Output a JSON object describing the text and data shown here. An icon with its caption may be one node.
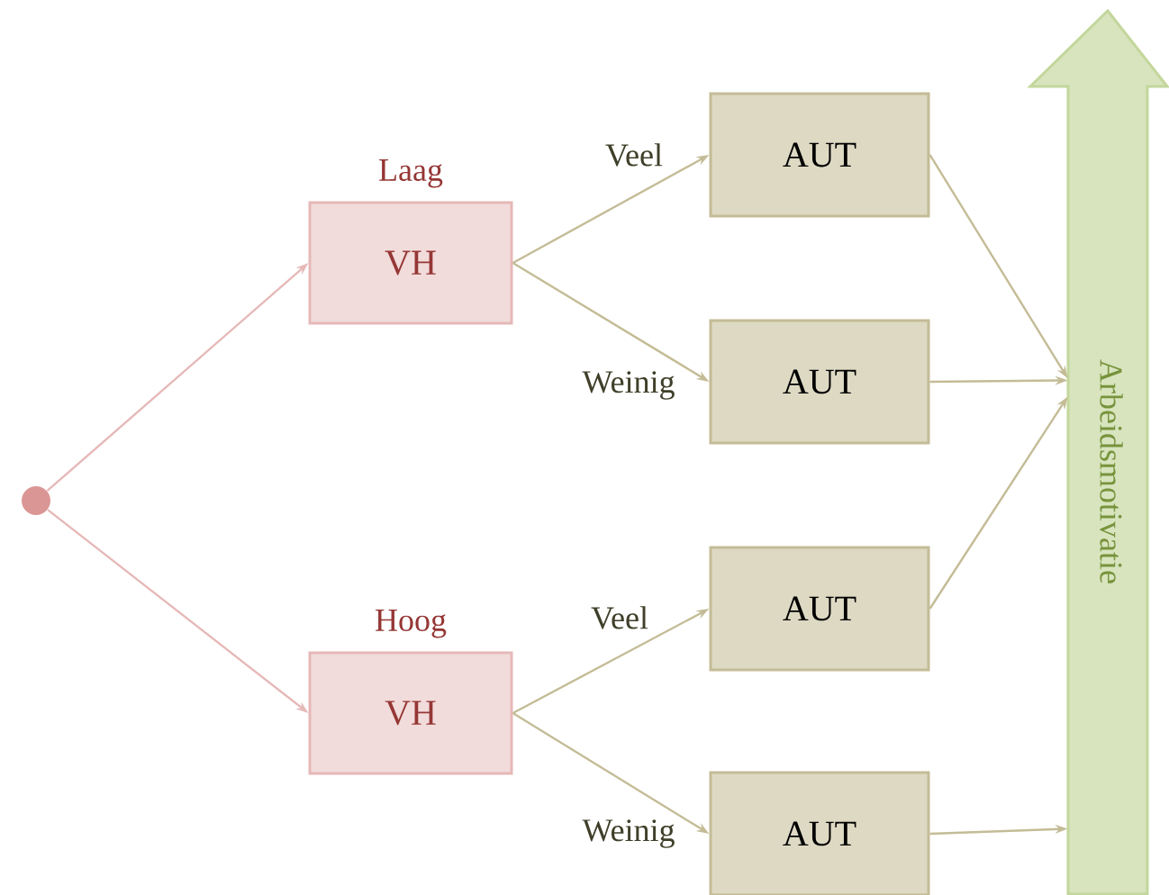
{
  "diagram": {
    "nodes": [
      {
        "text": [],
        "shape": "circle"
      },
      {
        "text": [
          "Laag",
          "VH"
        ]
      },
      {
        "text": [
          "Hoog",
          "VH"
        ]
      },
      {
        "text": [
          "AUT"
        ]
      },
      {
        "text": [
          "AUT"
        ]
      },
      {
        "text": [
          "AUT"
        ]
      },
      {
        "text": [
          "AUT"
        ]
      },
      {
        "text": [
          "Arbeidsmotivatie"
        ]
      }
    ],
    "edges": [
      {
        "from": 0,
        "to": 1,
        "arrow": "to",
        "color": "#e6b9b8"
      },
      {
        "from": 0,
        "to": 2,
        "arrow": "to",
        "color": "#e6b9b8"
      },
      {
        "from": 1,
        "to": 3,
        "arrow": "to",
        "label": "Veel"
      },
      {
        "from": 1,
        "to": 4,
        "arrow": "to",
        "label": "Weinig"
      },
      {
        "from": 2,
        "to": 5,
        "arrow": "to",
        "label": "Veel"
      },
      {
        "from": 2,
        "to": 6,
        "arrow": "to",
        "label": "Weinig"
      },
      {
        "from": 3,
        "to": 7,
        "arrow": "to"
      },
      {
        "from": 4,
        "to": 7,
        "arrow": "to"
      },
      {
        "from": 5,
        "to": 7,
        "arrow": "to"
      },
      {
        "from": 6,
        "to": 7,
        "arrow": "to"
      }
    ]
  }
}
